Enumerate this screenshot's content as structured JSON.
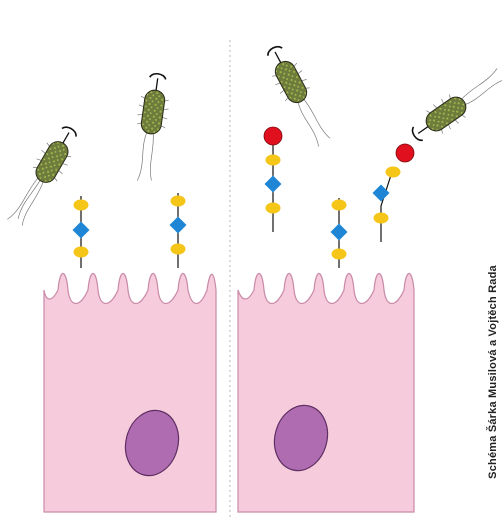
{
  "credit": "Schéma Šárka Musilová a Vojtěch Rada",
  "colors": {
    "cell_fill": "#f6cbdc",
    "cell_stroke": "#c98aa8",
    "nucleus_fill": "#b06cb1",
    "nucleus_stroke": "#5e2f62",
    "bacterium_body": "#6f7b3c",
    "bacterium_speckle": "#9bb64a",
    "galactose": "#f5c518",
    "glcnac": "#1f86d6",
    "sialic_acid": "#e0101e",
    "divider": "#b8b8b8"
  },
  "panels": [
    {
      "name": "left",
      "cells": 1,
      "receptors": 2,
      "sialic_capped": false,
      "bacteria": 2
    },
    {
      "name": "right",
      "cells": 1,
      "receptors": 3,
      "sialic_capped_receptors": 2,
      "bacteria": 2
    }
  ]
}
